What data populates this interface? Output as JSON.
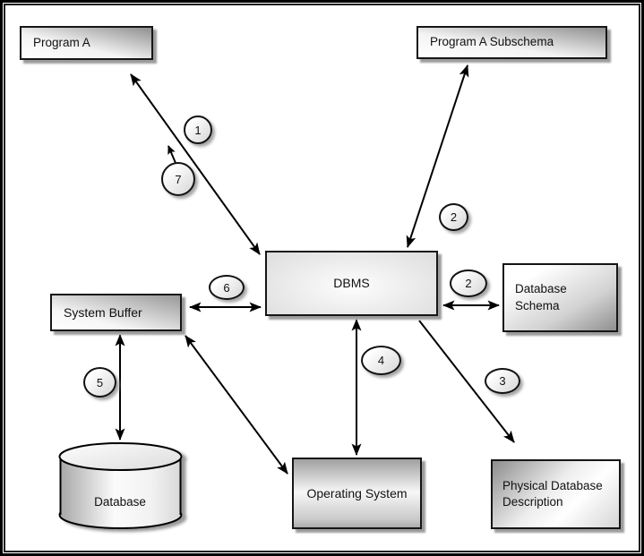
{
  "nodes": {
    "program_a": {
      "label": "Program A"
    },
    "program_a_subschema": {
      "label": "Program A Subschema"
    },
    "dbms": {
      "label": "DBMS"
    },
    "database_schema": {
      "line1": "Database",
      "line2": "Schema"
    },
    "system_buffer": {
      "label": "System Buffer"
    },
    "database": {
      "label": "Database"
    },
    "operating_system": {
      "label": "Operating System"
    },
    "physical_database_description": {
      "line1": "Physical Database",
      "line2": "Description"
    }
  },
  "badges": {
    "b1": "1",
    "b2_top": "2",
    "b2_right": "2",
    "b3": "3",
    "b4": "4",
    "b5": "5",
    "b6": "6",
    "b7": "7"
  },
  "colors": {
    "line": "#000000",
    "box_border": "#161616",
    "shadow": "#9c9c9c",
    "background": "#ffffff"
  }
}
